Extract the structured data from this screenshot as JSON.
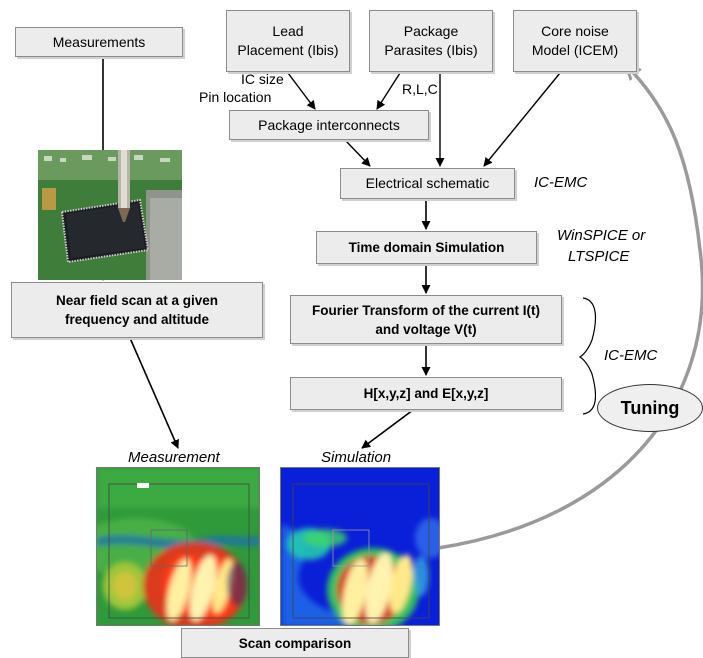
{
  "boxes": {
    "measurements": "Measurements",
    "lead_placement": "Lead\nPlacement (Ibis)",
    "package_parasites": "Package\nParasites (Ibis)",
    "core_noise": "Core noise\nModel (ICEM)",
    "package_interconnects": "Package interconnects",
    "electrical_schematic": "Electrical schematic",
    "time_domain": "Time domain Simulation",
    "fourier": "Fourier Transform of the current I(t)\nand voltage V(t)",
    "hxyz": "H[x,y,z] and E[x,y,z]",
    "near_field": "Near field scan at a given\nfrequency and altitude",
    "scan_comparison": "Scan comparison"
  },
  "labels": {
    "ic_size": "IC size",
    "pin_location": "Pin location",
    "rlc": "R,L,C",
    "ic_emc_1": "IC-EMC",
    "winspice": "WinSPICE or",
    "ltspice": "LTSPICE",
    "ic_emc_2": "IC-EMC",
    "tuning": "Tuning",
    "measurement": "Measurement",
    "simulation": "Simulation"
  },
  "colors": {
    "box_fill": "#ececec",
    "box_border": "#8c8c8c",
    "tuning_arrow": "#9a9a9a",
    "map_background_measurement": "#2f9a3a",
    "map_background_simulation": "#0a1fd8",
    "hotspot": "#ffe98a"
  }
}
